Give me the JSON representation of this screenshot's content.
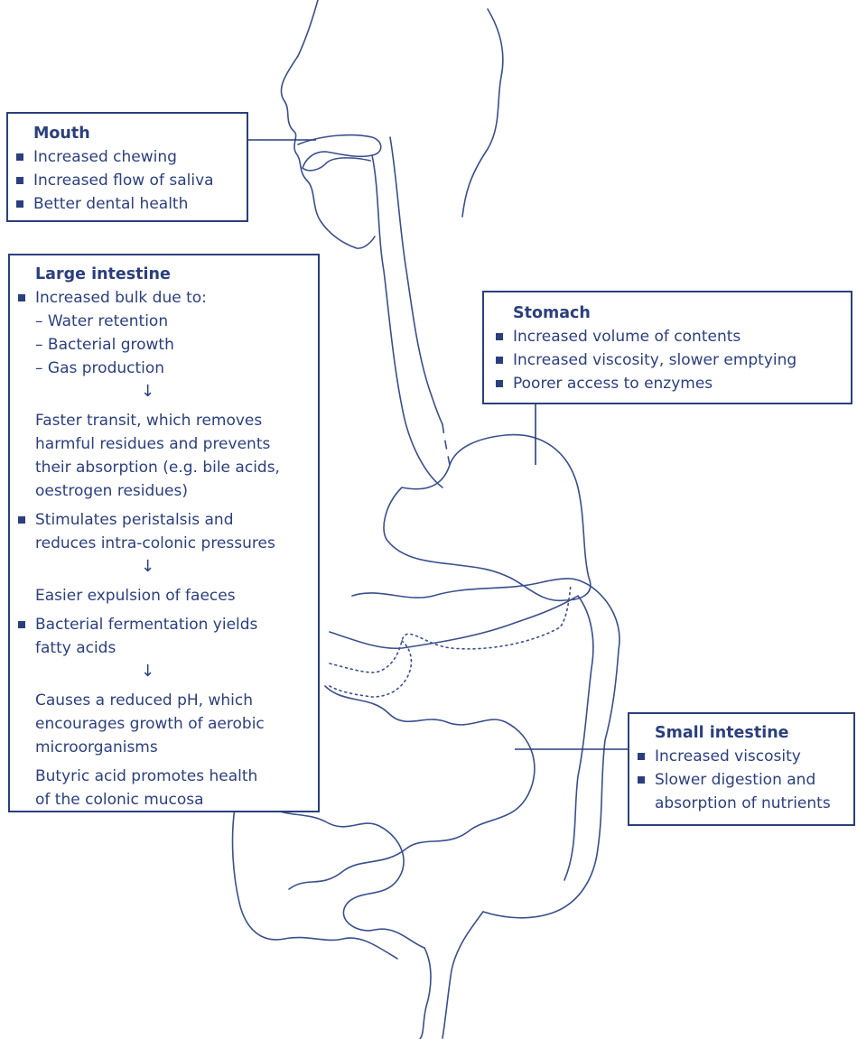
{
  "mouth": {
    "title": "Mouth",
    "items": [
      "Increased chewing",
      "Increased flow of saliva",
      "Better dental health"
    ]
  },
  "large_intestine": {
    "title": "Large intestine",
    "bulk": "Increased bulk due to:",
    "causes": [
      "– Water retention",
      "– Bacterial growth",
      "– Gas production"
    ],
    "arrow": "↓",
    "transit": [
      "Faster transit, which removes",
      "harmful residues and prevents",
      "their absorption (e.g. bile acids,",
      "oestrogen residues)"
    ],
    "peristalsis": [
      "Stimulates peristalsis and",
      "reduces intra-colonic pressures"
    ],
    "expulsion": "Easier expulsion of faeces",
    "fermentation": [
      "Bacterial fermentation yields",
      "fatty acids"
    ],
    "ph": [
      "Causes a reduced pH, which",
      "encourages growth of aerobic",
      "microorganisms"
    ],
    "butyric": [
      "Butyric acid promotes health",
      "of the colonic mucosa"
    ]
  },
  "stomach": {
    "title": "Stomach",
    "items": [
      "Increased volume of contents",
      "Increased viscosity, slower emptying",
      "Poorer access to enzymes"
    ]
  },
  "small_intestine": {
    "title": "Small intestine",
    "items": [
      "Increased viscosity"
    ],
    "digestion": [
      "Slower digestion and",
      "absorption of nutrients"
    ]
  },
  "colors": {
    "ink": "#2b3f7e",
    "outline": "#3a4f8c"
  }
}
